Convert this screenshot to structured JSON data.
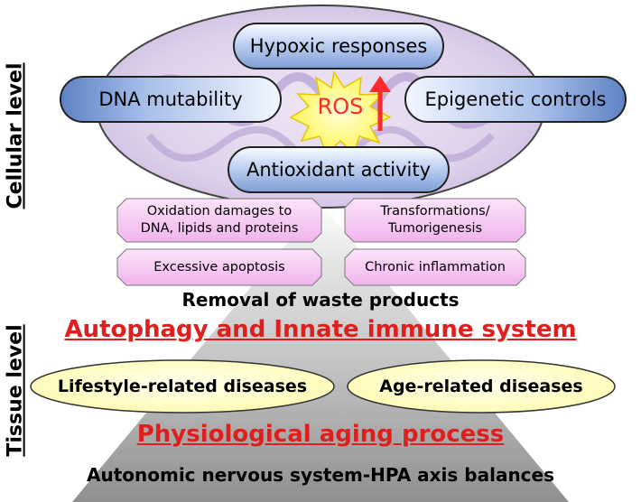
{
  "side_labels": {
    "cellular": "Cellular level",
    "tissue": "Tissue level"
  },
  "cell": {
    "top": "Hypoxic responses",
    "left": "DNA mutability",
    "right": "Epigenetic controls",
    "bottom": "Antioxidant activity",
    "ros": "ROS",
    "ros_color": "#ff2a2a",
    "arrow_color": "#ff2a2a"
  },
  "effects": {
    "oxidation": "Oxidation damages to\nDNA, lipids and proteins",
    "transformations": "Transformations/\nTumorigenesis",
    "apoptosis": "Excessive apoptosis",
    "inflammation": "Chronic inflammation"
  },
  "removal": "Removal of waste products",
  "autophagy": "Autophagy and Innate immune system",
  "diseases": {
    "lifestyle": "Lifestyle-related diseases",
    "age": "Age-related diseases"
  },
  "physiological": "Physiological aging process",
  "autonomic": "Autonomic nervous system-HPA axis balances",
  "colors": {
    "emphasis_red": "#e01e1e",
    "oval_fill": "#ffffcc",
    "box_fill": "#f6c8f2"
  }
}
